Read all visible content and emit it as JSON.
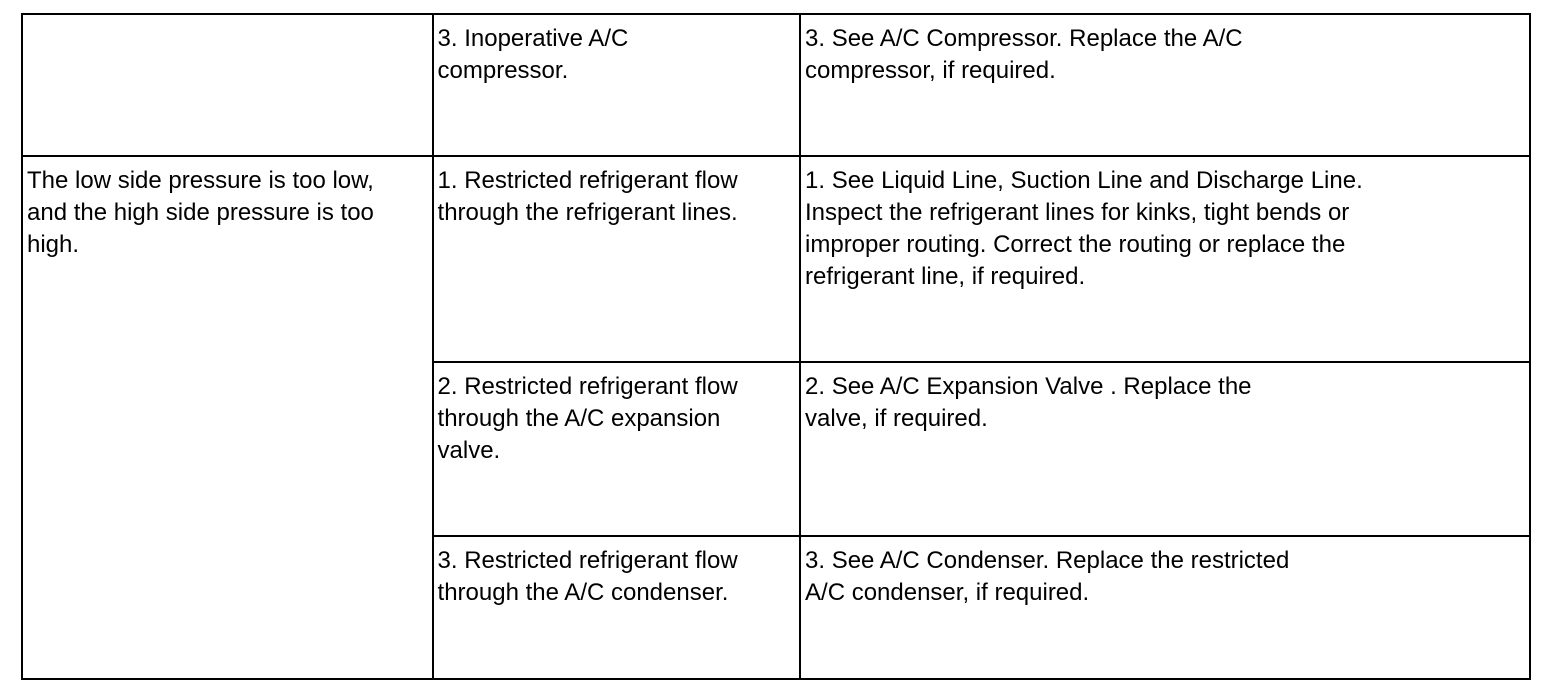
{
  "table": {
    "rows": [
      {
        "condition": "",
        "cause": "3. Inoperative A/C\ncompressor.",
        "action": "3. See A/C Compressor. Replace the A/C\ncompressor, if required."
      },
      {
        "condition": "The low side pressure is too low,\nand the high side pressure is too\nhigh.",
        "cause": "1. Restricted refrigerant flow\nthrough the refrigerant lines.",
        "action": "1. See Liquid Line, Suction Line and Discharge Line.\nInspect the refrigerant lines for kinks, tight bends or\nimproper routing. Correct the routing or replace the\nrefrigerant line, if required."
      },
      {
        "cause": "2. Restricted refrigerant flow\nthrough the A/C expansion\nvalve.",
        "action": "2. See A/C Expansion Valve . Replace the\nvalve, if required."
      },
      {
        "cause": "3. Restricted refrigerant flow\nthrough the A/C condenser.",
        "action": "3. See A/C Condenser. Replace the restricted\nA/C condenser, if required."
      }
    ]
  }
}
